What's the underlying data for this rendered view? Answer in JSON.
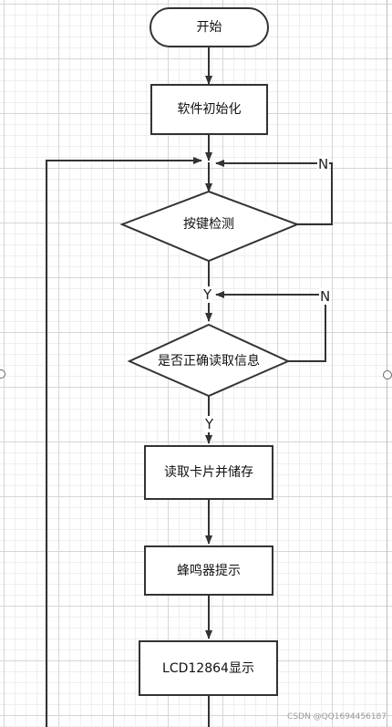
{
  "nodes": {
    "start": "开始",
    "init": "软件初始化",
    "key_check": "按键检测",
    "read_ok": "是否正确读取信息",
    "read_store": "读取卡片并储存",
    "buzzer": "蜂鸣器提示",
    "lcd": "LCD12864显示"
  },
  "labels": {
    "no1": "N",
    "yes1": "Y",
    "no2": "N",
    "yes2": "Y"
  },
  "watermark": "CSDN @QQ1694456187"
}
